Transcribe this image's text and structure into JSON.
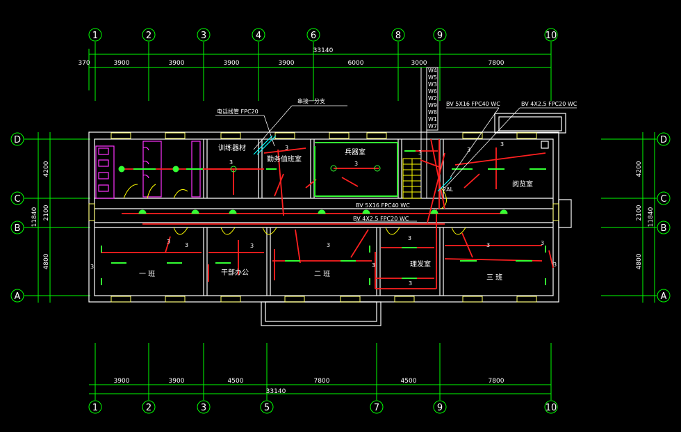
{
  "colors": {
    "background": "#000000",
    "grid": "#00ff00",
    "wall": "#ffffff",
    "window": "#ffff66",
    "wiring": "#ff2020",
    "fixture": "#33ff33",
    "toilet": "#ff33ff",
    "stair": "#ffff00",
    "text": "#ffffff"
  },
  "axes": {
    "top": [
      "1",
      "2",
      "3",
      "4",
      "6",
      "8",
      "9",
      "10"
    ],
    "bottom": [
      "1",
      "2",
      "3",
      "5",
      "7",
      "9",
      "10"
    ],
    "left": [
      "D",
      "C",
      "B",
      "A"
    ],
    "right": [
      "D",
      "C",
      "B",
      "A"
    ]
  },
  "dimensions": {
    "top_total": "33140",
    "top_segments": [
      "370",
      "3900",
      "3900",
      "3900",
      "3900",
      "6000",
      "3000",
      "7800"
    ],
    "bottom_total": "33140",
    "bottom_segments": [
      "3900",
      "3900",
      "4500",
      "7800",
      "4500",
      "7800"
    ],
    "left_total": "11840",
    "left_segments": [
      "4200",
      "2100",
      "4800"
    ],
    "right_total": "11840",
    "right_segments": [
      "4200",
      "2100",
      "4800"
    ]
  },
  "riser_labels": [
    "W4",
    "W5",
    "W3",
    "W6",
    "W2",
    "W9",
    "W8",
    "W1",
    "W7"
  ],
  "annotations": {
    "telecom_line": "电话线管 FPC20",
    "junction": "串接一分支",
    "cable1": "BV 5X16 FPC40 WC",
    "cable2": "BV 4X2.5 FPC20 WC",
    "cable3": "BV 5X16 FPC40 WC",
    "cable4": "BV 4X2.5 FPC20 WC",
    "panel": "2AL"
  },
  "rooms": {
    "training": "训练器材",
    "duty": "勤务值班室",
    "armory": "兵器室",
    "reading": "阅览室",
    "room1": "一 班",
    "cadre": "干部办公",
    "room2": "二 班",
    "barber": "理发室",
    "room3": "三 班"
  },
  "circuit_label": "3"
}
